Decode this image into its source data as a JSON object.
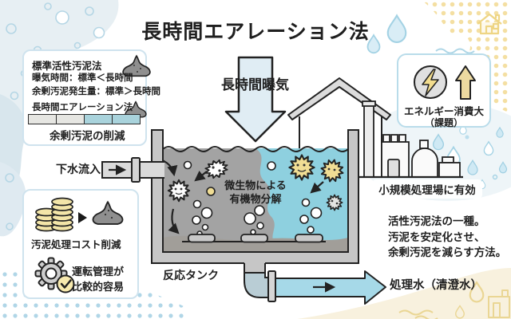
{
  "title": "長時間エアレーション法",
  "comparison_box": {
    "heading_standard": "標準活性汚泥法",
    "aeration_time_line": "曝気時間：標準＜長時間",
    "sludge_output_line": "余剰汚泥発生量：標準＞長時間",
    "heading_extended": "長時間エアレーション法",
    "caption": "余剰汚泥の削減",
    "bar_segments": [
      "#e6e6e2",
      "#e6e6e2",
      "#a9d3dc",
      "#a9d3dc"
    ]
  },
  "aeration_arrow": {
    "label": "長時間曝気"
  },
  "inflow": {
    "label": "下水流入"
  },
  "tank": {
    "process_line1": "微生物による",
    "process_line2": "有機物分解",
    "label": "反応タンク"
  },
  "energy_box": {
    "title": "エネルギー消費大",
    "subtitle": "（課題）"
  },
  "plant_note": {
    "label": "小規模処理場に有効"
  },
  "cost_box": {
    "cost_label": "汚泥処理コスト削減",
    "ease_line1": "運転管理が",
    "ease_line2": "比較的容易"
  },
  "description": {
    "line1": "活性汚泥法の一種。",
    "line2": "汚泥を安定化させ、",
    "line3": "余剰汚泥を減らす方法。"
  },
  "outflow": {
    "label": "処理水（清澄水）"
  },
  "icons": {
    "lightning": "⚡",
    "up_arrow": "↑",
    "reduce_to": "▶",
    "check": "✓"
  },
  "colors": {
    "water_blue": "#8ed0df",
    "sludge_gray": "#a3a3a3",
    "tank_gray": "#c6c6c6",
    "accent_light_blue": "#a6d9e8",
    "microbe_yellow": "#f0dd94",
    "coin_yellow": "#f3e5a8",
    "cream": "#f8f1de"
  }
}
